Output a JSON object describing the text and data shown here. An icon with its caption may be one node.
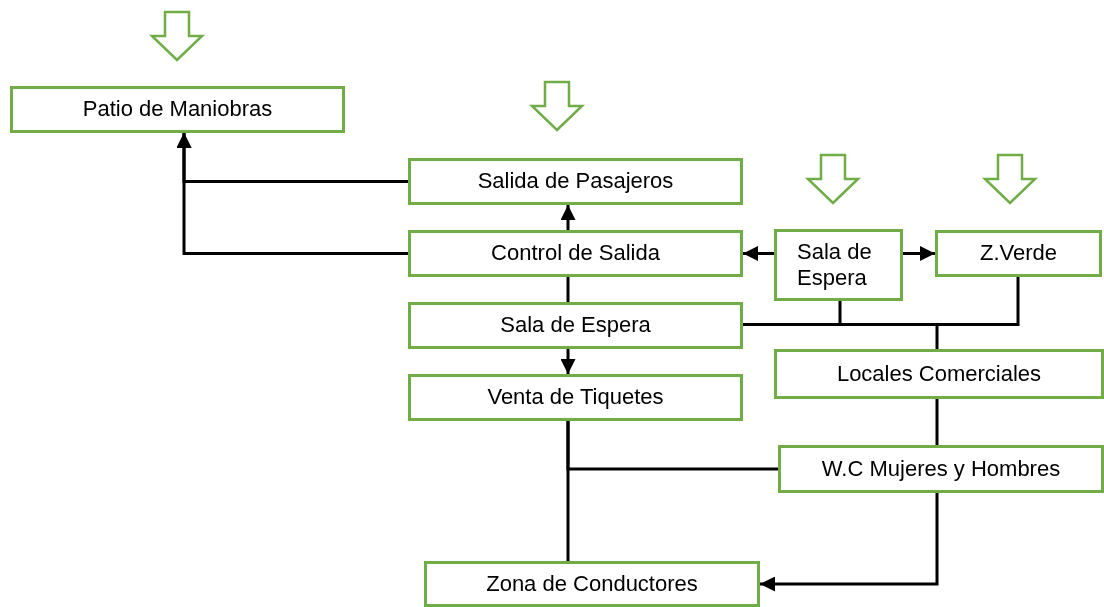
{
  "diagram": {
    "nodes": [
      {
        "text": [
          "Patio de Maniobras"
        ]
      },
      {
        "text": [
          "Salida de Pasajeros"
        ]
      },
      {
        "text": [
          "Control de Salida"
        ]
      },
      {
        "text": [
          "Sala de Espera"
        ]
      },
      {
        "text": [
          "Z.Verde"
        ]
      },
      {
        "text": [
          "Sala de Espera"
        ]
      },
      {
        "text": [
          "Locales Comerciales"
        ]
      },
      {
        "text": [
          "Venta de Tiquetes"
        ]
      },
      {
        "text": [
          "W.C Mujeres y Hombres"
        ]
      },
      {
        "text": [
          "Zona de Conductores"
        ]
      }
    ],
    "edges": [
      {
        "from": 1,
        "to": 0,
        "arrow": "to"
      },
      {
        "from": 2,
        "to": 0,
        "arrow": "to"
      },
      {
        "from": 2,
        "to": 1,
        "arrow": "to"
      },
      {
        "from": 2,
        "to": 5,
        "arrow": "none"
      },
      {
        "from": 5,
        "to": 7,
        "arrow": "to"
      },
      {
        "from": 3,
        "to": 2,
        "arrow": "to"
      },
      {
        "from": 3,
        "to": 4,
        "arrow": "to"
      },
      {
        "from": 5,
        "to": 3,
        "arrow": "none"
      },
      {
        "from": 5,
        "to": 4,
        "arrow": "none"
      },
      {
        "from": 5,
        "to": 6,
        "arrow": "none"
      },
      {
        "from": 6,
        "to": 8,
        "arrow": "none"
      },
      {
        "from": 8,
        "to": 9,
        "arrow": "to"
      },
      {
        "from": 7,
        "to": 9,
        "arrow": "none"
      },
      {
        "from": 8,
        "to": 7,
        "arrow": "none"
      }
    ]
  }
}
